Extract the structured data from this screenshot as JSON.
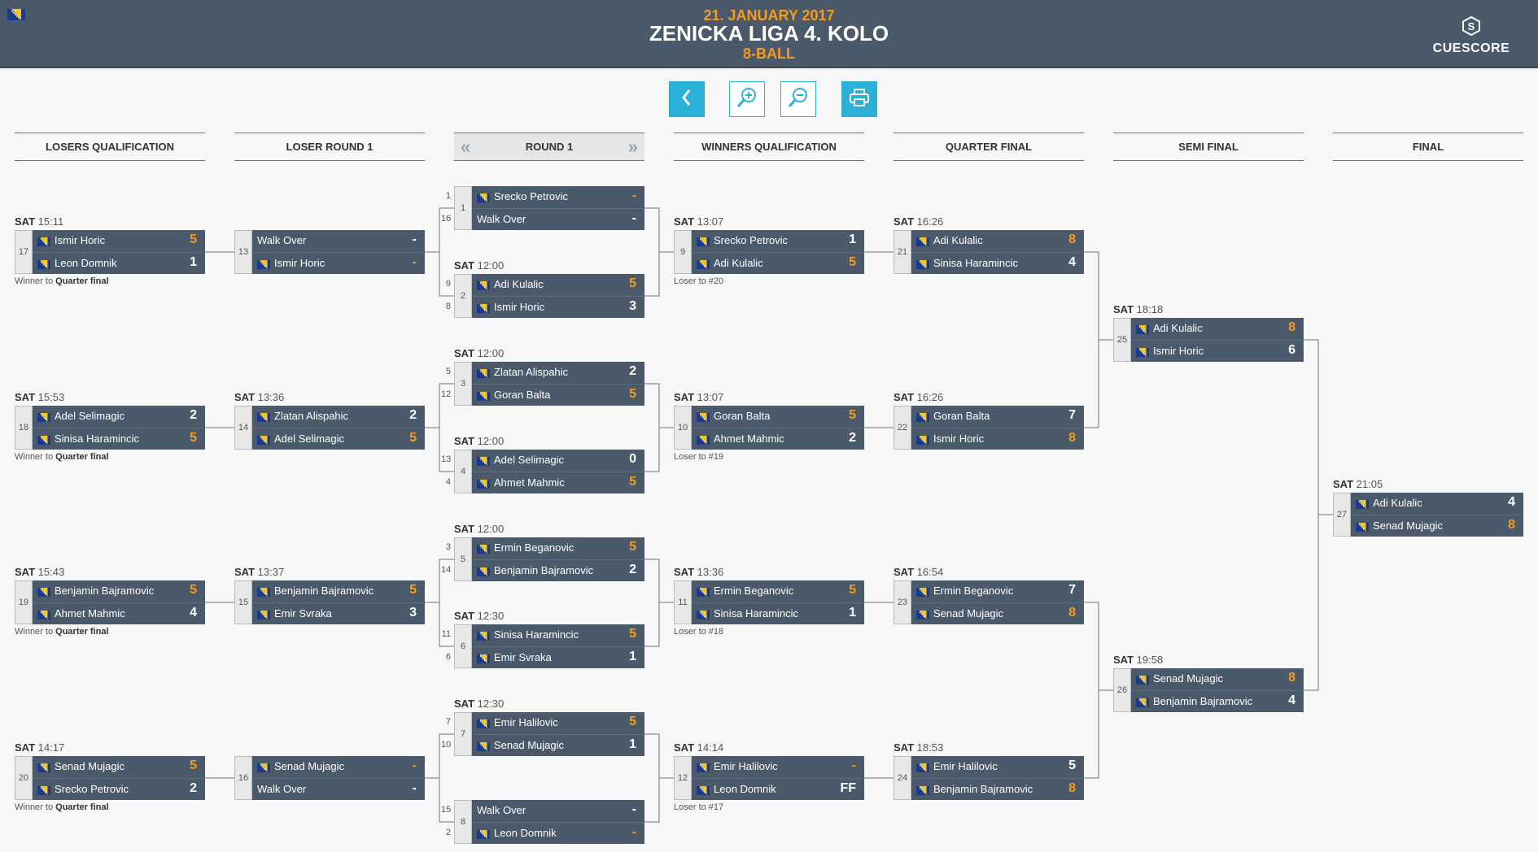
{
  "header": {
    "date": "21. JANUARY 2017",
    "title": "ZENICKA LIGA 4. KOLO",
    "subtitle": "8-BALL",
    "brand": "CUESCORE",
    "flag_icon": "bosnia-flag-icon"
  },
  "toolbar": {
    "buttons": [
      {
        "name": "back-button",
        "icon": "chevron-left-icon",
        "label": "back"
      },
      {
        "name": "zoom-in-button",
        "icon": "zoom-in-icon",
        "label": "zoom in"
      },
      {
        "name": "zoom-out-button",
        "icon": "zoom-out-icon",
        "label": "zoom out"
      },
      {
        "name": "print-button",
        "icon": "printer-icon",
        "label": "print"
      }
    ]
  },
  "colors": {
    "header_bg": "#4a5a6a",
    "accent_orange": "#f39c20",
    "accent_blue": "#2bb0d8",
    "match_bg": "#4a5a6a"
  },
  "columns": [
    {
      "label": "LOSERS QUALIFICATION"
    },
    {
      "label": "LOSER ROUND 1"
    },
    {
      "label": "ROUND 1",
      "prev": "«",
      "next": "»"
    },
    {
      "label": "WINNERS QUALIFICATION"
    },
    {
      "label": "QUARTER FINAL"
    },
    {
      "label": "SEMI FINAL"
    },
    {
      "label": "FINAL"
    }
  ],
  "matches": [
    {
      "id": "m17",
      "col": 0,
      "num": "17",
      "time_day": "SAT",
      "time": "15:11",
      "note_pre": "Winner to",
      "note_bold": "Quarter final",
      "p1": "Ismir Horic",
      "s1": "5",
      "w1": true,
      "p2": "Leon Domnik",
      "s2": "1",
      "w2": false
    },
    {
      "id": "m18",
      "col": 0,
      "num": "18",
      "time_day": "SAT",
      "time": "15:53",
      "note_pre": "Winner to",
      "note_bold": "Quarter final",
      "p1": "Adel Selimagic",
      "s1": "2",
      "w1": false,
      "p2": "Sinisa Haramincic",
      "s2": "5",
      "w2": true
    },
    {
      "id": "m19",
      "col": 0,
      "num": "19",
      "time_day": "SAT",
      "time": "15:43",
      "note_pre": "Winner to",
      "note_bold": "Quarter final",
      "p1": "Benjamin Bajramovic",
      "s1": "5",
      "w1": true,
      "p2": "Ahmet Mahmic",
      "s2": "4",
      "w2": false
    },
    {
      "id": "m20",
      "col": 0,
      "num": "20",
      "time_day": "SAT",
      "time": "14:17",
      "note_pre": "Winner to",
      "note_bold": "Quarter final",
      "p1": "Senad Mujagic",
      "s1": "5",
      "w1": true,
      "p2": "Srecko Petrovic",
      "s2": "2",
      "w2": false
    },
    {
      "id": "m13",
      "col": 1,
      "num": "13",
      "time_day": "",
      "time": "",
      "p1": "Walk Over",
      "s1": "-",
      "w1": false,
      "wo1": true,
      "p2": "Ismir Horic",
      "s2": "-",
      "w2": true
    },
    {
      "id": "m14",
      "col": 1,
      "num": "14",
      "time_day": "SAT",
      "time": "13:36",
      "p1": "Zlatan Alispahic",
      "s1": "2",
      "w1": false,
      "p2": "Adel Selimagic",
      "s2": "5",
      "w2": true
    },
    {
      "id": "m15",
      "col": 1,
      "num": "15",
      "time_day": "SAT",
      "time": "13:37",
      "p1": "Benjamin Bajramovic",
      "s1": "5",
      "w1": true,
      "p2": "Emir Svraka",
      "s2": "3",
      "w2": false
    },
    {
      "id": "m16",
      "col": 1,
      "num": "16",
      "time_day": "",
      "time": "",
      "p1": "Senad Mujagic",
      "s1": "-",
      "w1": true,
      "p2": "Walk Over",
      "s2": "-",
      "w2": false,
      "wo2": true
    },
    {
      "id": "m1",
      "col": 2,
      "num": "1",
      "time_day": "",
      "time": "",
      "seed1": "1",
      "seed2": "16",
      "p1": "Srecko Petrovic",
      "s1": "-",
      "w1": true,
      "p2": "Walk Over",
      "s2": "-",
      "w2": false,
      "wo2": true
    },
    {
      "id": "m2",
      "col": 2,
      "num": "2",
      "time_day": "SAT",
      "time": "12:00",
      "seed1": "9",
      "seed2": "8",
      "p1": "Adi Kulalic",
      "s1": "5",
      "w1": true,
      "p2": "Ismir Horic",
      "s2": "3",
      "w2": false
    },
    {
      "id": "m3",
      "col": 2,
      "num": "3",
      "time_day": "SAT",
      "time": "12:00",
      "seed1": "5",
      "seed2": "12",
      "p1": "Zlatan Alispahic",
      "s1": "2",
      "w1": false,
      "p2": "Goran Balta",
      "s2": "5",
      "w2": true
    },
    {
      "id": "m4",
      "col": 2,
      "num": "4",
      "time_day": "SAT",
      "time": "12:00",
      "seed1": "13",
      "seed2": "4",
      "p1": "Adel Selimagic",
      "s1": "0",
      "w1": false,
      "p2": "Ahmet Mahmic",
      "s2": "5",
      "w2": true
    },
    {
      "id": "m5",
      "col": 2,
      "num": "5",
      "time_day": "SAT",
      "time": "12:00",
      "seed1": "3",
      "seed2": "14",
      "p1": "Ermin Beganovic",
      "s1": "5",
      "w1": true,
      "p2": "Benjamin Bajramovic",
      "s2": "2",
      "w2": false
    },
    {
      "id": "m6",
      "col": 2,
      "num": "6",
      "time_day": "SAT",
      "time": "12:30",
      "seed1": "11",
      "seed2": "6",
      "p1": "Sinisa Haramincic",
      "s1": "5",
      "w1": true,
      "p2": "Emir Svraka",
      "s2": "1",
      "w2": false
    },
    {
      "id": "m7",
      "col": 2,
      "num": "7",
      "time_day": "SAT",
      "time": "12:30",
      "seed1": "7",
      "seed2": "10",
      "p1": "Emir Halilovic",
      "s1": "5",
      "w1": true,
      "p2": "Senad Mujagic",
      "s2": "1",
      "w2": false
    },
    {
      "id": "m8",
      "col": 2,
      "num": "8",
      "time_day": "",
      "time": "",
      "seed1": "15",
      "seed2": "2",
      "p1": "Walk Over",
      "s1": "-",
      "w1": false,
      "wo1": true,
      "p2": "Leon Domnik",
      "s2": "-",
      "w2": true
    },
    {
      "id": "m9",
      "col": 3,
      "num": "9",
      "time_day": "SAT",
      "time": "13:07",
      "note_pre": "Loser to #20",
      "note_bold": "",
      "p1": "Srecko Petrovic",
      "s1": "1",
      "w1": false,
      "p2": "Adi Kulalic",
      "s2": "5",
      "w2": true
    },
    {
      "id": "m10",
      "col": 3,
      "num": "10",
      "time_day": "SAT",
      "time": "13:07",
      "note_pre": "Loser to #19",
      "note_bold": "",
      "p1": "Goran Balta",
      "s1": "5",
      "w1": true,
      "p2": "Ahmet Mahmic",
      "s2": "2",
      "w2": false
    },
    {
      "id": "m11",
      "col": 3,
      "num": "11",
      "time_day": "SAT",
      "time": "13:36",
      "note_pre": "Loser to #18",
      "note_bold": "",
      "p1": "Ermin Beganovic",
      "s1": "5",
      "w1": true,
      "p2": "Sinisa Haramincic",
      "s2": "1",
      "w2": false
    },
    {
      "id": "m12",
      "col": 3,
      "num": "12",
      "time_day": "SAT",
      "time": "14:14",
      "note_pre": "Loser to #17",
      "note_bold": "",
      "p1": "Emir Halilovic",
      "s1": "-",
      "w1": true,
      "p2": "Leon Domnik",
      "s2": "FF",
      "w2": false
    },
    {
      "id": "m21",
      "col": 4,
      "num": "21",
      "time_day": "SAT",
      "time": "16:26",
      "p1": "Adi Kulalic",
      "s1": "8",
      "w1": true,
      "p2": "Sinisa Haramincic",
      "s2": "4",
      "w2": false
    },
    {
      "id": "m22",
      "col": 4,
      "num": "22",
      "time_day": "SAT",
      "time": "16:26",
      "p1": "Goran Balta",
      "s1": "7",
      "w1": false,
      "p2": "Ismir Horic",
      "s2": "8",
      "w2": true
    },
    {
      "id": "m23",
      "col": 4,
      "num": "23",
      "time_day": "SAT",
      "time": "16:54",
      "p1": "Ermin Beganovic",
      "s1": "7",
      "w1": false,
      "p2": "Senad Mujagic",
      "s2": "8",
      "w2": true
    },
    {
      "id": "m24",
      "col": 4,
      "num": "24",
      "time_day": "SAT",
      "time": "18:53",
      "p1": "Emir Halilovic",
      "s1": "5",
      "w1": false,
      "p2": "Benjamin Bajramovic",
      "s2": "8",
      "w2": true
    },
    {
      "id": "m25",
      "col": 5,
      "num": "25",
      "time_day": "SAT",
      "time": "18:18",
      "p1": "Adi Kulalic",
      "s1": "8",
      "w1": true,
      "p2": "Ismir Horic",
      "s2": "6",
      "w2": false
    },
    {
      "id": "m26",
      "col": 5,
      "num": "26",
      "time_day": "SAT",
      "time": "19:58",
      "p1": "Senad Mujagic",
      "s1": "8",
      "w1": true,
      "p2": "Benjamin Bajramovic",
      "s2": "4",
      "w2": false
    },
    {
      "id": "m27",
      "col": 6,
      "num": "27",
      "time_day": "SAT",
      "time": "21:05",
      "p1": "Adi Kulalic",
      "s1": "4",
      "w1": false,
      "p2": "Senad Mujagic",
      "s2": "8",
      "w2": true
    }
  ]
}
